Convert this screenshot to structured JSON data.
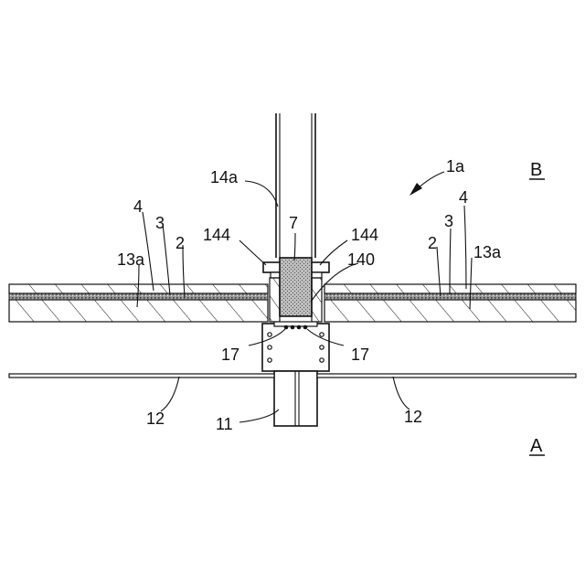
{
  "figure": {
    "labels": {
      "ref_1a": "1a",
      "side_b": "B",
      "side_a": "A",
      "ref_14a": "14a",
      "ref_4_left": "4",
      "ref_3_left": "3",
      "ref_2_left": "2",
      "ref_13a_left": "13a",
      "ref_144_left": "144",
      "ref_7": "7",
      "ref_144_right": "144",
      "ref_140": "140",
      "ref_4_right": "4",
      "ref_3_right": "3",
      "ref_2_right": "2",
      "ref_13a_right": "13a",
      "ref_17_left": "17",
      "ref_17_right": "17",
      "ref_12_left": "12",
      "ref_11": "11",
      "ref_12_right": "12"
    }
  }
}
